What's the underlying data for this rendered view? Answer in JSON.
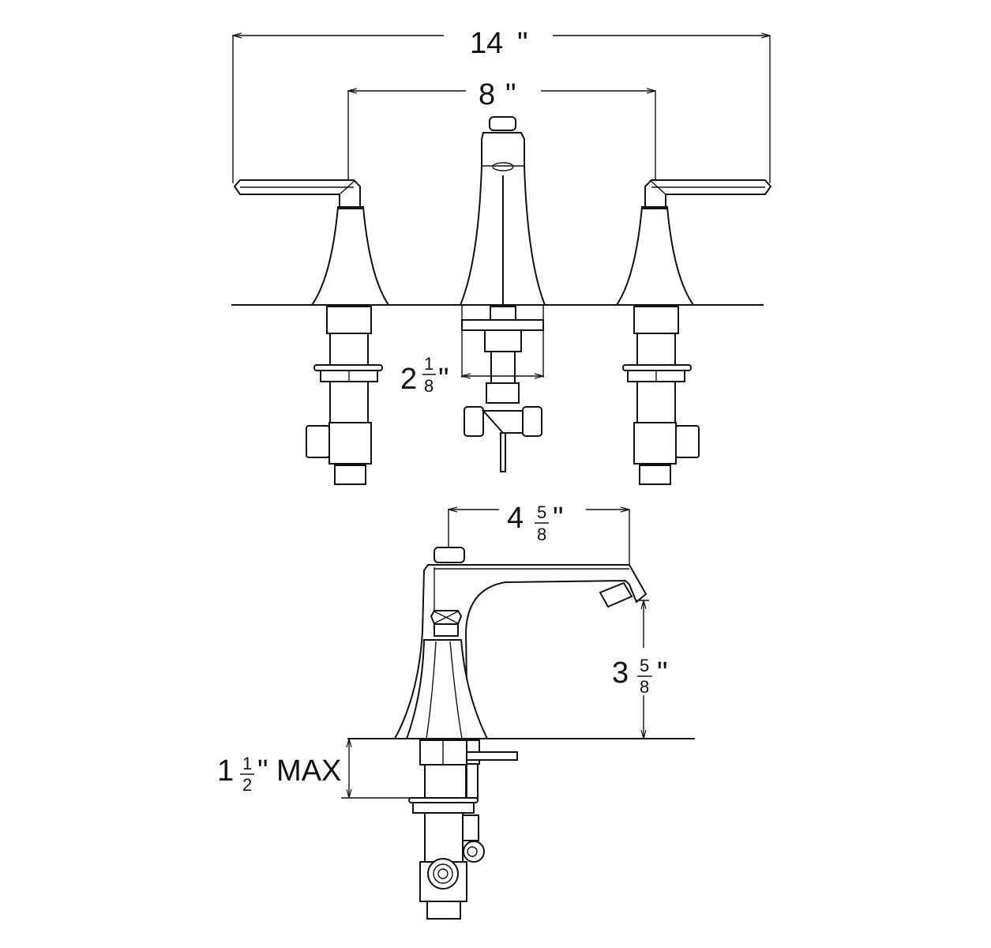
{
  "dimensions": {
    "overall_width": {
      "value": "14",
      "unit": "\""
    },
    "center_spread": {
      "value": "8",
      "unit": "\""
    },
    "spout_base_width": {
      "whole": "2",
      "numerator": "1",
      "denominator": "8",
      "unit": "\""
    },
    "spout_reach": {
      "whole": "4",
      "numerator": "5",
      "denominator": "8",
      "unit": "\""
    },
    "spout_height": {
      "whole": "3",
      "numerator": "5",
      "denominator": "8",
      "unit": "\""
    },
    "deck_thickness": {
      "whole": "1",
      "numerator": "1",
      "denominator": "2",
      "unit": "\" MAX"
    }
  },
  "colors": {
    "line": "#111111",
    "background": "#ffffff"
  }
}
